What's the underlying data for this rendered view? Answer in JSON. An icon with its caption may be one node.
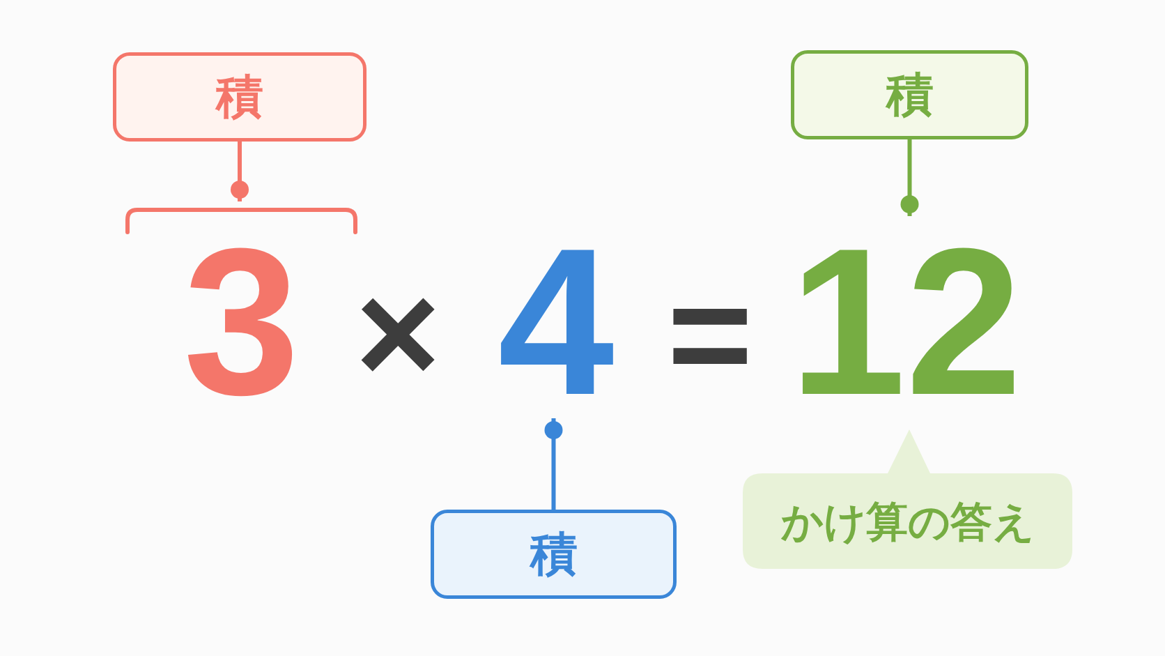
{
  "diagram": {
    "nodes": [
      {
        "text": [
          "積"
        ]
      },
      {
        "text": [
          "積"
        ]
      },
      {
        "text": [
          "3"
        ]
      },
      {
        "text": [
          "4"
        ]
      },
      {
        "text": [
          "12"
        ]
      },
      {
        "text": [
          "積"
        ]
      },
      {
        "text": [
          "かけ算の答え"
        ]
      }
    ],
    "edges": [
      {
        "from": 0,
        "to": 2,
        "arrow": "other",
        "color": "#f4766a"
      },
      {
        "from": 5,
        "to": 3,
        "arrow": "other",
        "color": "#3a86d8"
      },
      {
        "from": 1,
        "to": 4,
        "arrow": "other",
        "color": "#76ad42"
      }
    ],
    "labels": [
      "×",
      "="
    ]
  }
}
